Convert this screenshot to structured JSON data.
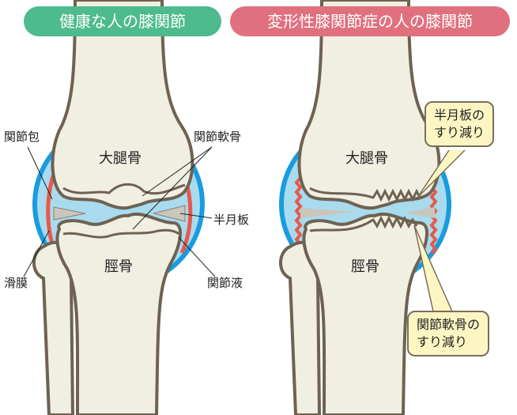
{
  "headers": {
    "healthy": "健康な人の膝関節",
    "oa": "変形性膝関節症の人の膝関節"
  },
  "healthy_labels": {
    "capsule": "関節包",
    "synovium": "滑膜",
    "cartilage": "関節軟骨",
    "meniscus": "半月板",
    "fluid": "関節液",
    "femur": "大腿骨",
    "tibia": "脛骨"
  },
  "oa_labels": {
    "femur": "大腿骨",
    "tibia": "脛骨",
    "meniscus_wear_1": "半月板の",
    "meniscus_wear_2": "すり減り",
    "cartilage_wear_1": "関節軟骨の",
    "cartilage_wear_2": "すり減り"
  },
  "colors": {
    "healthy_header": "#4dbb8e",
    "oa_header": "#e0707e",
    "bone": "#f1eee2",
    "outline": "#6e6252",
    "capsule": "#1a9be0",
    "fluid": "#a9dbef",
    "synovium": "#e8584a",
    "callout": "#fdf6c3"
  }
}
